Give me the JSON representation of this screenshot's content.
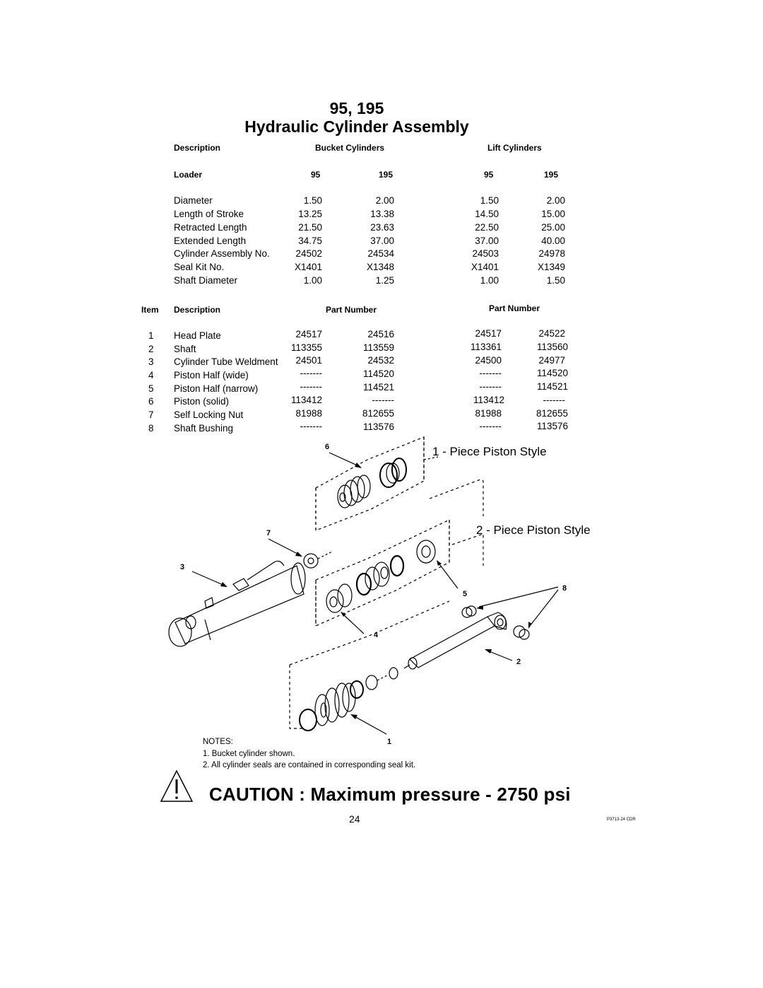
{
  "title": {
    "line1": "95, 195",
    "line2": "Hydraulic Cylinder Assembly"
  },
  "spec_table": {
    "header": {
      "description": "Description",
      "bucket": "Bucket Cylinders",
      "lift": "Lift Cylinders"
    },
    "loader_row": {
      "label": "Loader",
      "b95": "95",
      "b195": "195",
      "l95": "95",
      "l195": "195"
    },
    "rows": [
      {
        "label": "Diameter",
        "b95": "1.50",
        "b195": "2.00",
        "l95": "1.50",
        "l195": "2.00"
      },
      {
        "label": "Length of Stroke",
        "b95": "13.25",
        "b195": "13.38",
        "l95": "14.50",
        "l195": "15.00"
      },
      {
        "label": "Retracted Length",
        "b95": "21.50",
        "b195": "23.63",
        "l95": "22.50",
        "l195": "25.00"
      },
      {
        "label": "Extended Length",
        "b95": "34.75",
        "b195": "37.00",
        "l95": "37.00",
        "l195": "40.00"
      },
      {
        "label": "Cylinder Assembly No.",
        "b95": "24502",
        "b195": "24534",
        "l95": "24503",
        "l195": "24978"
      },
      {
        "label": "Seal Kit No.",
        "b95": "X1401",
        "b195": "X1348",
        "l95": "X1401",
        "l195": "X1349"
      },
      {
        "label": "Shaft Diameter",
        "b95": "1.00",
        "b195": "1.25",
        "l95": "1.00",
        "l195": "1.50"
      }
    ]
  },
  "parts_table": {
    "header": {
      "item": "Item",
      "description": "Description",
      "bucket_pn": "Part Number",
      "lift_pn": "Part Number"
    },
    "rows": [
      {
        "item": "1",
        "label": "Head Plate",
        "b95": "24517",
        "b195": "24516",
        "l95": "24517",
        "l195": "24522"
      },
      {
        "item": "2",
        "label": "Shaft",
        "b95": "113355",
        "b195": "113559",
        "l95": "113361",
        "l195": "113560"
      },
      {
        "item": "3",
        "label": "Cylinder Tube Weldment",
        "b95": "24501",
        "b195": "24532",
        "l95": "24500",
        "l195": "24977"
      },
      {
        "item": "4",
        "label": "Piston Half (wide)",
        "b95": "-------",
        "b195": "114520",
        "l95": "-------",
        "l195": "114520"
      },
      {
        "item": "5",
        "label": "Piston Half (narrow)",
        "b95": "-------",
        "b195": "114521",
        "l95": "-------",
        "l195": "114521"
      },
      {
        "item": "6",
        "label": "Piston (solid)",
        "b95": "113412",
        "b195": "-------",
        "l95": "113412",
        "l195": "-------"
      },
      {
        "item": "7",
        "label": "Self Locking Nut",
        "b95": "81988",
        "b195": "812655",
        "l95": "81988",
        "l195": "812655"
      },
      {
        "item": "8",
        "label": "Shaft Bushing",
        "b95": "-------",
        "b195": "113576",
        "l95": "-------",
        "l195": "113576"
      }
    ]
  },
  "diagram": {
    "style1": "1 - Piece Piston Style",
    "style2": "2 - Piece Piston Style",
    "callouts": [
      "6",
      "7",
      "3",
      "5",
      "8",
      "4",
      "2",
      "1"
    ]
  },
  "notes": {
    "heading": "NOTES:",
    "items": [
      "1.  Bucket cylinder shown.",
      "2.  All cylinder seals are contained in corresponding seal kit."
    ]
  },
  "caution": "CAUTION :  Maximum pressure - 2750 psi",
  "page_number": "24",
  "drawing_code": "P3713-24 CDR"
}
